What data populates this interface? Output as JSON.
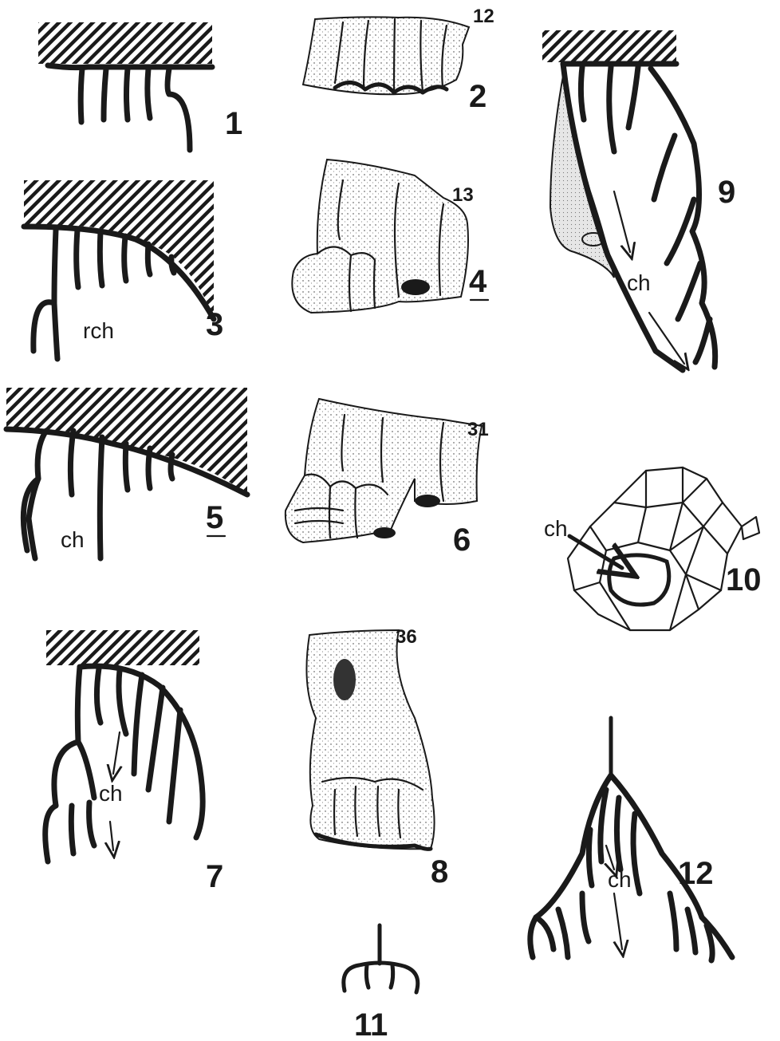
{
  "figures": [
    {
      "num": "1"
    },
    {
      "num": "2",
      "specimen": "12"
    },
    {
      "num": "3",
      "label": "rch"
    },
    {
      "num": "4",
      "specimen": "13"
    },
    {
      "num": "5",
      "label": "ch"
    },
    {
      "num": "6",
      "specimen": "31"
    },
    {
      "num": "7",
      "label": "ch"
    },
    {
      "num": "8",
      "specimen": "36"
    },
    {
      "num": "9",
      "label": "ch"
    },
    {
      "num": "10",
      "label": "ch"
    },
    {
      "num": "11"
    },
    {
      "num": "12",
      "label": "ch"
    }
  ]
}
